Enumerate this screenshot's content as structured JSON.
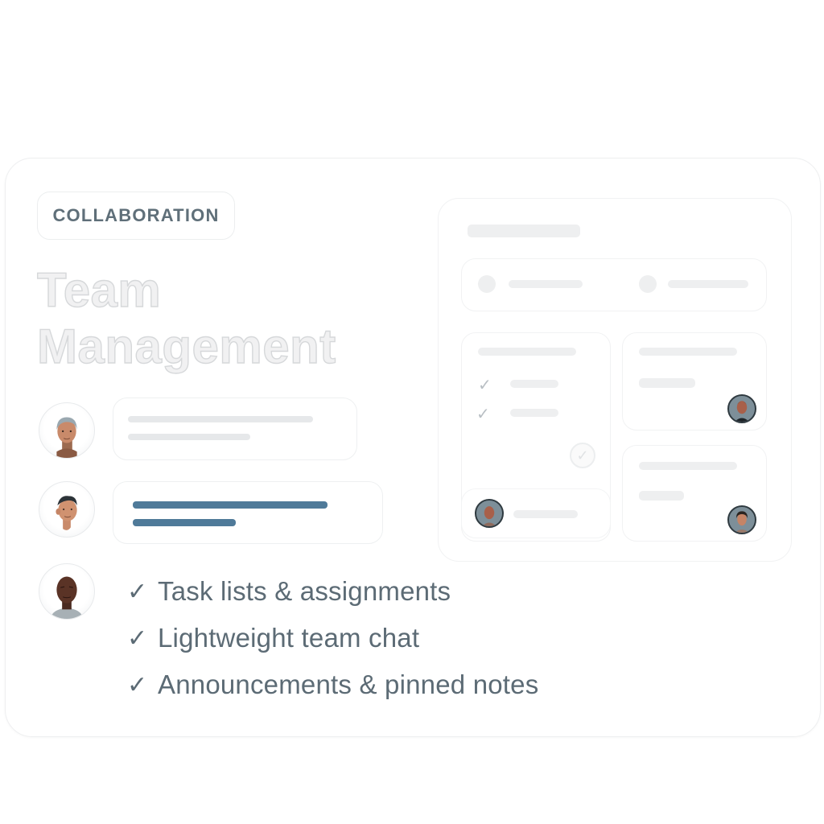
{
  "card": {
    "tag": "COLLABORATION",
    "title_line1": "Team",
    "title_line2": "Management"
  },
  "members": [
    {
      "name": "member-1",
      "avatar": "avatar-gray-hair",
      "message_style": "placeholder-gray"
    },
    {
      "name": "member-2",
      "avatar": "avatar-dark-hair",
      "message_style": "highlighted-blue"
    },
    {
      "name": "member-3",
      "avatar": "avatar-bald-dark-skin",
      "message_style": "none"
    }
  ],
  "features": [
    {
      "icon": "check-icon",
      "glyph": "✓",
      "label": "Task lists & assignments"
    },
    {
      "icon": "check-icon",
      "glyph": "✓",
      "label": "Lightweight team chat"
    },
    {
      "icon": "check-icon",
      "glyph": "✓",
      "label": "Announcements & pinned notes"
    }
  ],
  "mock_panel": {
    "checklist_glyph": "✓",
    "ghost_check_glyph": "✓"
  },
  "colors": {
    "accent_blue": "#4f7a99",
    "text_gray": "#5c6b75",
    "tag_text": "#5f6f79",
    "placeholder": "#e6e8ea"
  }
}
